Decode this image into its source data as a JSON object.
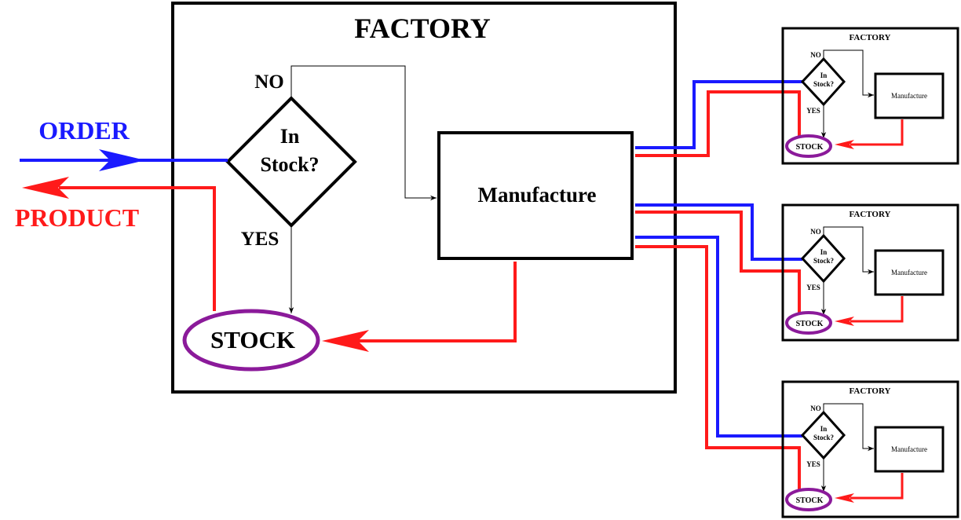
{
  "colors": {
    "order": "#1a1aff",
    "product": "#ff1a1a",
    "stock_ellipse": "#8b1a9a",
    "outline": "#000000"
  },
  "labels": {
    "order": "ORDER",
    "product": "PRODUCT"
  },
  "main_factory": {
    "title": "FACTORY",
    "decision_line1": "In",
    "decision_line2": "Stock?",
    "no": "NO",
    "yes": "YES",
    "process": "Manufacture",
    "stock": "STOCK"
  },
  "sub_factories": [
    {
      "title": "FACTORY",
      "decision_line1": "In",
      "decision_line2": "Stock?",
      "no": "NO",
      "yes": "YES",
      "process": "Manufacture",
      "stock": "STOCK"
    },
    {
      "title": "FACTORY",
      "decision_line1": "In",
      "decision_line2": "Stock?",
      "no": "NO",
      "yes": "YES",
      "process": "Manufacture",
      "stock": "STOCK"
    },
    {
      "title": "FACTORY",
      "decision_line1": "In",
      "decision_line2": "Stock?",
      "no": "NO",
      "yes": "YES",
      "process": "Manufacture",
      "stock": "STOCK"
    }
  ]
}
